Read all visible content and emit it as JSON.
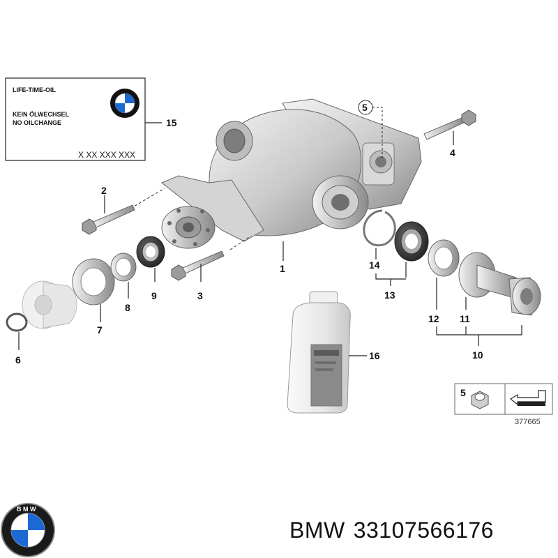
{
  "oil_label": {
    "line1": "LIFE-TIME-OIL",
    "line2": "KEIN ÖLWECHSEL",
    "line3": "NO OILCHANGE",
    "code": "X XX XXX XXX"
  },
  "callouts": {
    "c1": "1",
    "c2": "2",
    "c3": "3",
    "c4": "4",
    "c5": "5",
    "c6": "6",
    "c7": "7",
    "c8": "8",
    "c9": "9",
    "c10": "10",
    "c11": "11",
    "c12": "12",
    "c13": "13",
    "c14": "14",
    "c15": "15",
    "c16": "16"
  },
  "nut_box": {
    "number": "5"
  },
  "diagram_ref": "377665",
  "logo_letters": "BMW",
  "footer": {
    "brand": "BMW",
    "part_number": "33107566176"
  },
  "colors": {
    "metal_light": "#e8e8e8",
    "metal_dark": "#9a9a9a",
    "seal_dark": "#333333",
    "logo_blue": "#1c69d4"
  },
  "icons": [
    "bmw-roundel-icon",
    "tightening-instruction-icon"
  ]
}
